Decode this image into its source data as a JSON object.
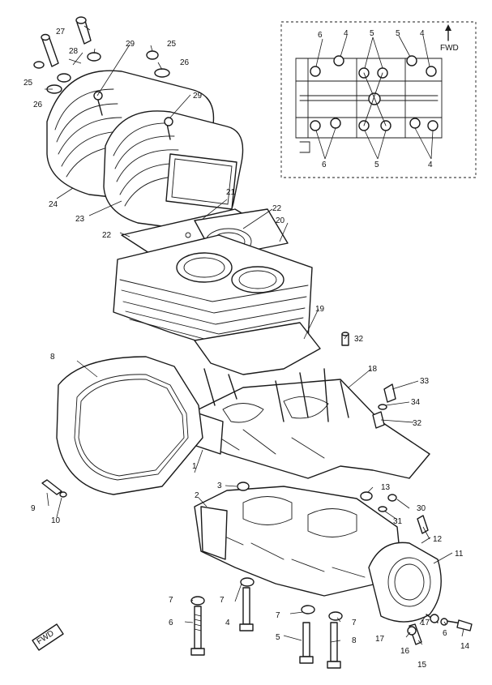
{
  "labels": {
    "l1": "1",
    "l2": "2",
    "l3": "3",
    "l4a": "4",
    "l4b": "4",
    "l4c": "4",
    "l4d": "4",
    "l5a": "5",
    "l5b": "5",
    "l5c": "5",
    "l5d": "5",
    "l6a": "6",
    "l6b": "6",
    "l6c": "6",
    "l6d": "6",
    "l7a": "7",
    "l7b": "7",
    "l7c": "7",
    "l7d": "7",
    "l8a": "8",
    "l8b": "8",
    "l9": "9",
    "l10": "10",
    "l11": "11",
    "l12": "12",
    "l13": "13",
    "l14": "14",
    "l15": "15",
    "l16": "16",
    "l17a": "17",
    "l17b": "17",
    "l18": "18",
    "l19": "19",
    "l20": "20",
    "l21": "21",
    "l22a": "22",
    "l22b": "22",
    "l23": "23",
    "l24": "24",
    "l25a": "25",
    "l25b": "25",
    "l26a": "26",
    "l26b": "26",
    "l27": "27",
    "l28": "28",
    "l29a": "29",
    "l29b": "29",
    "l30": "30",
    "l31": "31",
    "l32a": "32",
    "l32b": "32",
    "l33": "33",
    "l34": "34"
  },
  "inset": {
    "fwd_label": "FWD"
  },
  "corner_fwd_label": "FWD"
}
